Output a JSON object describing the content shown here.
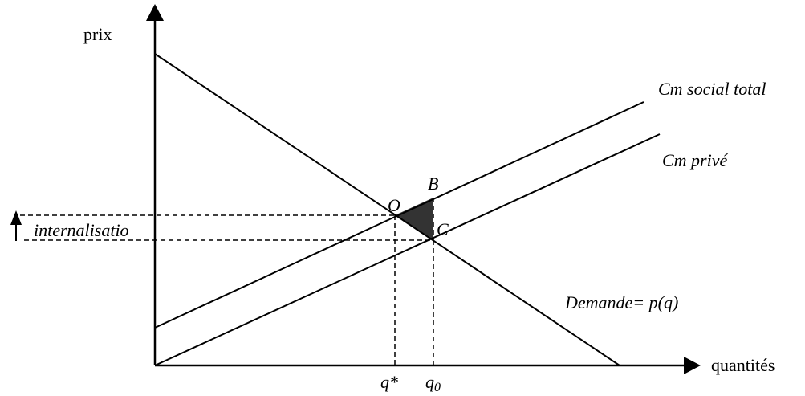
{
  "diagram": {
    "axis_labels": {
      "y": "prix",
      "x": "quantités"
    },
    "curve_labels": {
      "social_cost": "Cm social total",
      "private_cost": "Cm privé",
      "demand": "Demande= p(q)"
    },
    "point_labels": {
      "O": "O",
      "B": "B",
      "C": "C"
    },
    "quantity_labels": {
      "q_star": "q*",
      "q_zero_base": "q",
      "q_zero_sub": "0"
    },
    "price_annotation": "internalisatio",
    "colors": {
      "line": "#000000",
      "triangle_fill": "#333333",
      "background": "#ffffff"
    }
  }
}
